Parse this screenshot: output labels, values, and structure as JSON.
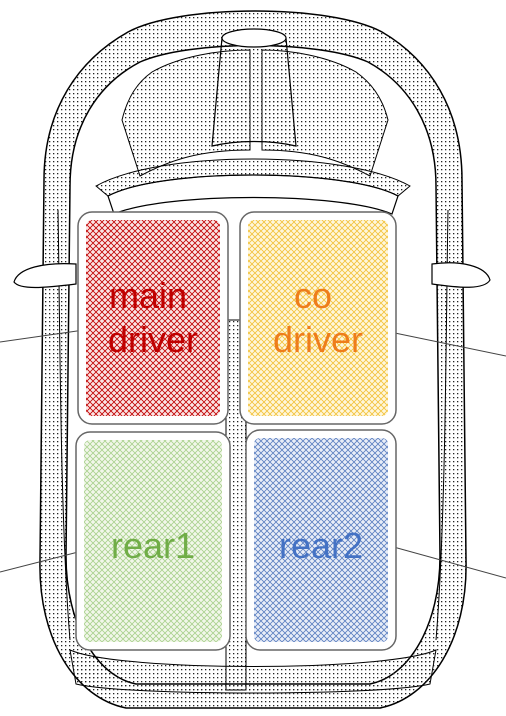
{
  "seats": [
    {
      "id": "main-driver",
      "lines": [
        "main",
        "driver"
      ],
      "color": "#c00000"
    },
    {
      "id": "co-driver",
      "lines": [
        "co",
        "driver"
      ],
      "color": "#ee7d1b"
    },
    {
      "id": "rear1",
      "lines": [
        "rear1"
      ],
      "color": "#70ad47"
    },
    {
      "id": "rear2",
      "lines": [
        "rear2"
      ],
      "color": "#4472c4"
    }
  ]
}
